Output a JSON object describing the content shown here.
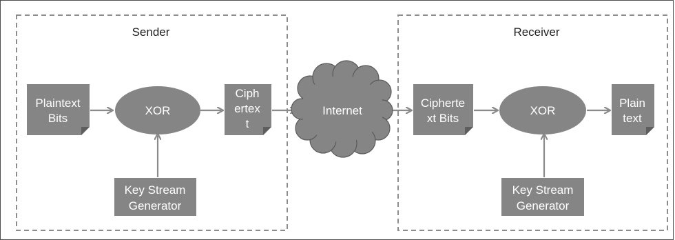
{
  "sender": {
    "title": "Sender"
  },
  "receiver": {
    "title": "Receiver"
  },
  "nodes": {
    "plaintext_bits": [
      "Plaintext",
      "Bits"
    ],
    "xor_sender": "XOR",
    "keystream_sender": [
      "Key Stream",
      "Generator"
    ],
    "ciphertext_sender": [
      "Ciph",
      "ertex",
      "t"
    ],
    "internet": "Internet",
    "ciphertext_bits": [
      "Cipherte",
      "xt Bits"
    ],
    "xor_receiver": "XOR",
    "keystream_receiver": [
      "Key Stream",
      "Generator"
    ],
    "plain_text": [
      "Plain",
      "text"
    ]
  },
  "colors": {
    "box_fill": "#858585",
    "fold_fill": "#5e5e5e",
    "text_on_fill": "#ffffff",
    "arrow": "#8a8a8a",
    "dash": "#8c8c8c",
    "frame": "#4d4d4d"
  }
}
